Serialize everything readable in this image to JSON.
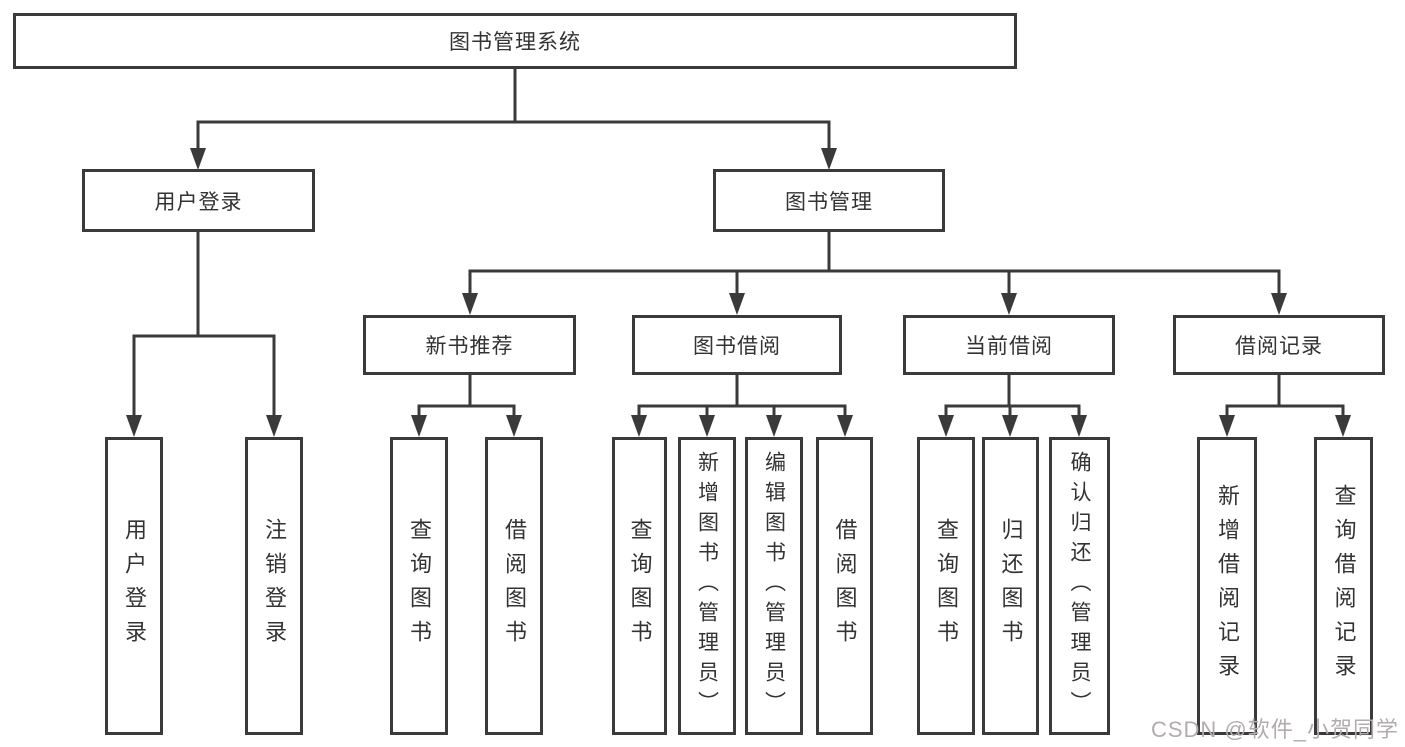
{
  "diagram_title": "图书管理系统",
  "nodes": {
    "root": "图书管理系统",
    "user_login": "用户登录",
    "book_mgmt": "图书管理",
    "new_book_rec": "新书推荐",
    "book_borrow": "图书借阅",
    "current_borrow": "当前借阅",
    "borrow_record": "借阅记录",
    "ul_user_login": "用户登录",
    "ul_logout": "注销登录",
    "nbr_query_book": "查询图书",
    "nbr_borrow_book": "借阅图书",
    "bb_query_book": "查询图书",
    "bb_add_book": "新增图书（管理员）",
    "bb_edit_book": "编辑图书（管理员）",
    "bb_borrow_book": "借阅图书",
    "cb_query_book": "查询图书",
    "cb_return_book": "归还图书",
    "cb_confirm_return": "确认归还（管理员）",
    "br_add_record": "新增借阅记录",
    "br_query_record": "查询借阅记录"
  },
  "structure": [
    {
      "parent": "图书管理系统",
      "children": [
        "用户登录",
        "图书管理"
      ]
    },
    {
      "parent": "用户登录",
      "children": [
        "用户登录",
        "注销登录"
      ]
    },
    {
      "parent": "图书管理",
      "children": [
        "新书推荐",
        "图书借阅",
        "当前借阅",
        "借阅记录"
      ]
    },
    {
      "parent": "新书推荐",
      "children": [
        "查询图书",
        "借阅图书"
      ]
    },
    {
      "parent": "图书借阅",
      "children": [
        "查询图书",
        "新增图书（管理员）",
        "编辑图书（管理员）",
        "借阅图书"
      ]
    },
    {
      "parent": "当前借阅",
      "children": [
        "查询图书",
        "归还图书",
        "确认归还（管理员）"
      ]
    },
    {
      "parent": "借阅记录",
      "children": [
        "新增借阅记录",
        "查询借阅记录"
      ]
    }
  ],
  "watermark": "CSDN @软件_小贺同学",
  "colors": {
    "line": "#3a3a3a",
    "text": "#333333",
    "background": "#ffffff",
    "watermark": "#b2acac"
  }
}
